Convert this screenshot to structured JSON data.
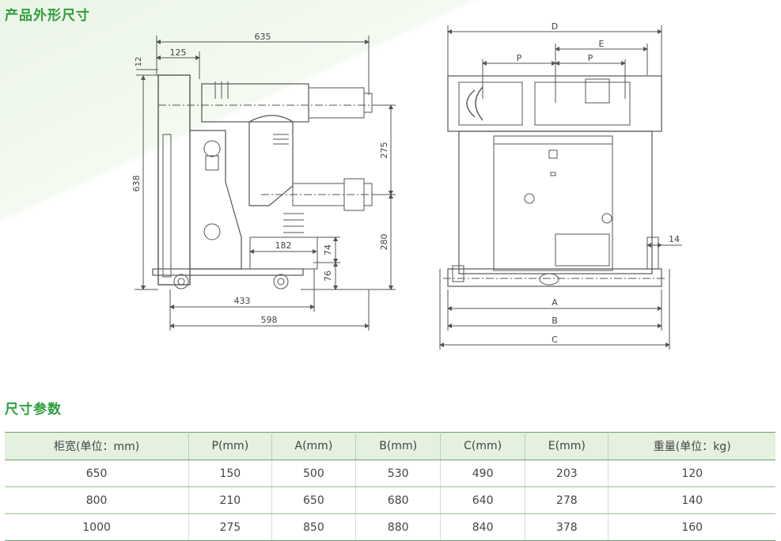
{
  "section1_title": "产品外形尺寸",
  "section2_title": "尺寸参数",
  "side_view_dims": {
    "d635": "635",
    "d125": "125",
    "d12": "12",
    "d638": "638",
    "d275": "275",
    "d280": "280",
    "d182": "182",
    "d74": "74",
    "d76": "76",
    "d433": "433",
    "d598": "598"
  },
  "front_view_dims": {
    "D": "D",
    "E": "E",
    "P1": "P",
    "P2": "P",
    "d14": "14",
    "A": "A",
    "B": "B",
    "C": "C"
  },
  "table": {
    "headers": [
      "柜宽(单位：mm)",
      "P(mm)",
      "A(mm)",
      "B(mm)",
      "C(mm)",
      "E(mm)",
      "重量(单位：kg)"
    ],
    "rows": [
      [
        "650",
        "150",
        "500",
        "530",
        "490",
        "203",
        "120"
      ],
      [
        "800",
        "210",
        "650",
        "680",
        "640",
        "278",
        "140"
      ],
      [
        "1000",
        "275",
        "850",
        "880",
        "840",
        "378",
        "160"
      ]
    ]
  }
}
